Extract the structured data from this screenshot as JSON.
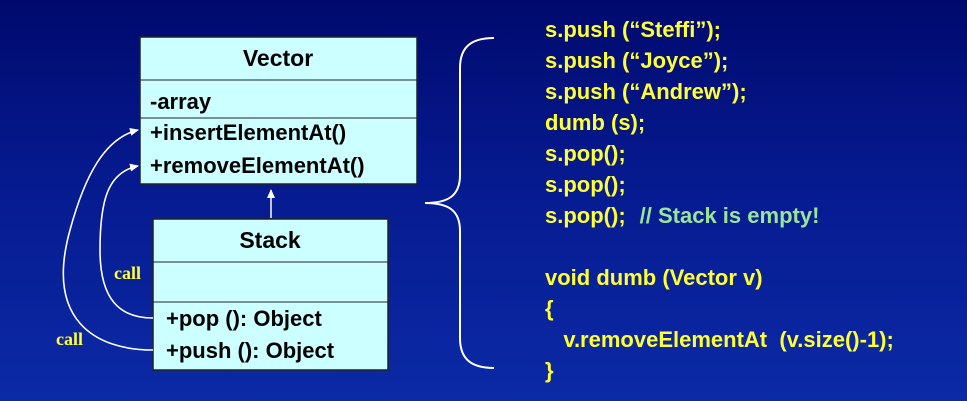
{
  "vector_class": {
    "name": "Vector",
    "attributes": [
      "-array"
    ],
    "methods": [
      "+insertElementAt()",
      "+removeElementAt()"
    ]
  },
  "stack_class": {
    "name": "Stack",
    "methods": [
      "+pop (): Object",
      "+push (): Object"
    ]
  },
  "call_labels": [
    "call",
    "call"
  ],
  "code_lines": [
    {
      "text": "s.push (“Steffi”);",
      "comment": ""
    },
    {
      "text": "s.push (“Joyce”);",
      "comment": ""
    },
    {
      "text": "s.push (“Andrew”);",
      "comment": ""
    },
    {
      "text": "dumb (s);",
      "comment": ""
    },
    {
      "text": "s.pop();",
      "comment": ""
    },
    {
      "text": "s.pop();",
      "comment": ""
    },
    {
      "text": "s.pop();",
      "comment": "// Stack is empty!"
    },
    {
      "text": "",
      "comment": ""
    },
    {
      "text": "void dumb (Vector v)",
      "comment": ""
    },
    {
      "text": "{",
      "comment": ""
    },
    {
      "text": "   v.removeElementAt  (v.size()-1);",
      "comment": ""
    },
    {
      "text": "}",
      "comment": ""
    }
  ],
  "colors": {
    "background_top": "#000a6e",
    "background_bottom": "#0b2aa6",
    "box_fill": "#ccffff",
    "code_text": "#ffff33",
    "comment_text": "#99e699",
    "call_label": "#ffff33",
    "line": "#ffffff"
  }
}
